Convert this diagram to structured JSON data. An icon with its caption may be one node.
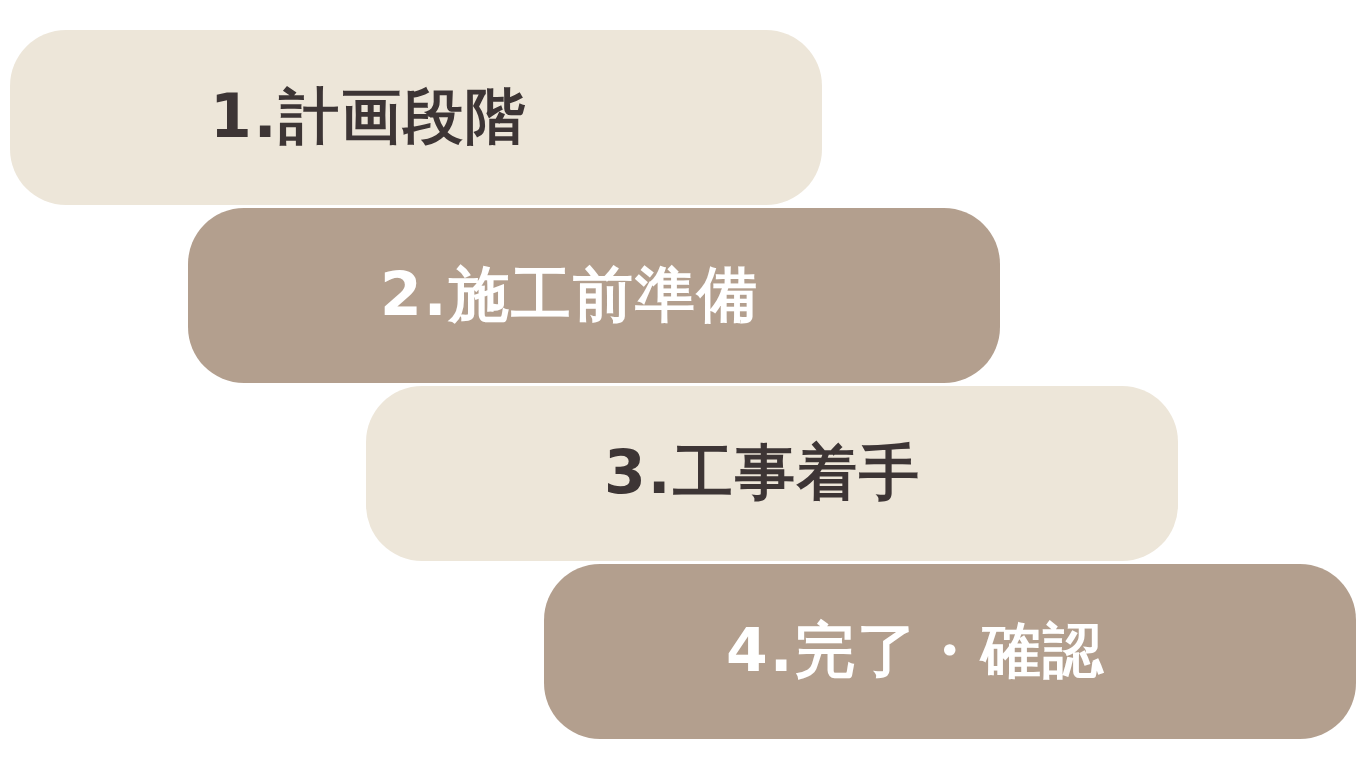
{
  "diagram": {
    "nodes": [
      {
        "text": [
          "1.計画段階"
        ]
      },
      {
        "text": [
          "2.施工前準備"
        ]
      },
      {
        "text": [
          "3.工事着手"
        ]
      },
      {
        "text": [
          "4.完了・確認"
        ]
      }
    ]
  }
}
